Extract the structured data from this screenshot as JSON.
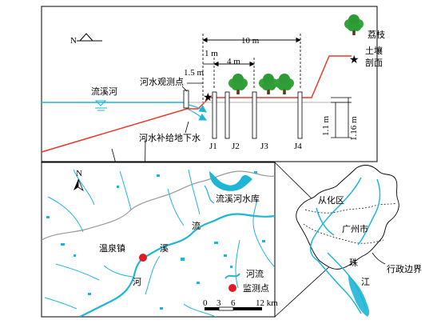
{
  "profile": {
    "north": "N",
    "river_name": "流溪河",
    "observation_point": "河水观测点",
    "recharge": "河水补给地下水",
    "tree_legend": "荔枝",
    "soil_legend": "土壤剖面",
    "dim_total": "10 m",
    "dim_1m": "1 m",
    "dim_4m": "4 m",
    "dim_1_5m": "1.5 m",
    "dim_1_1m": "1.1 m",
    "dim_1_16m": "1.16 m",
    "wells": [
      "J1",
      "J2",
      "J3",
      "J4"
    ]
  },
  "local_map": {
    "north": "N",
    "reservoir": "流溪河水库",
    "town": "温泉镇",
    "river_chars": [
      "流",
      "溪",
      "河"
    ],
    "legend_river": "河流",
    "legend_point": "监测点",
    "scale_ticks": [
      "0",
      "3",
      "6",
      "12 km"
    ]
  },
  "region_map": {
    "conghua": "从化区",
    "guangzhou": "广州市",
    "pearl_1": "珠",
    "pearl_2": "江",
    "admin_boundary": "行政边界"
  },
  "colors": {
    "river": "#1fb5d6",
    "terrain": "#e8382a",
    "monitor": "#e01b23",
    "tree": "#33a33a"
  }
}
